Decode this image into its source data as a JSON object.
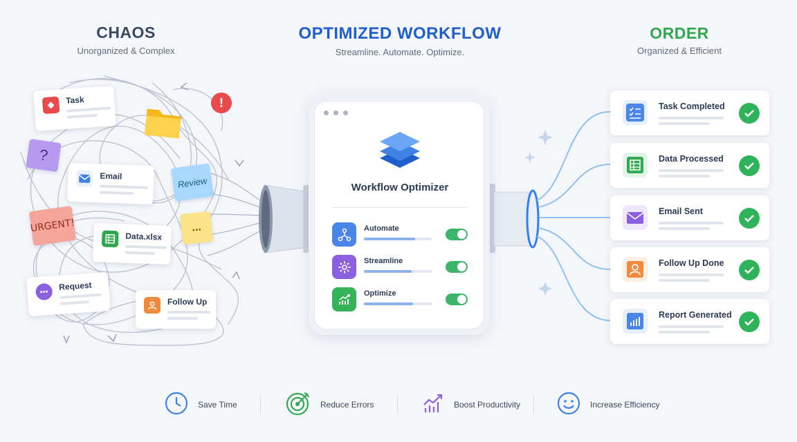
{
  "chaos": {
    "title": "CHAOS",
    "subtitle": "Unorganized & Complex"
  },
  "optimized": {
    "title": "OPTIMIZED WORKFLOW",
    "subtitle": "Streamline. Automate. Optimize."
  },
  "order": {
    "title": "ORDER",
    "subtitle": "Organized & Efficient"
  },
  "chaos_items": {
    "task": "Task",
    "email": "Email",
    "data": "Data.xlsx",
    "request": "Request",
    "follow_up": "Follow Up",
    "urgent": "URGENT!",
    "review": "Review",
    "question": "?",
    "alert": "!",
    "ellipsis": "..."
  },
  "optimizer": {
    "title": "Workflow Optimizer",
    "rows": [
      {
        "label": "Automate",
        "icon": "network-icon",
        "color": "#4a86e8",
        "progress": 0.75
      },
      {
        "label": "Streamline",
        "icon": "gear-icon",
        "color": "#8b5fe0",
        "progress": 0.7
      },
      {
        "label": "Optimize",
        "icon": "growth-chart-icon",
        "color": "#34b35a",
        "progress": 0.72
      }
    ]
  },
  "order_items": [
    {
      "label": "Task Completed",
      "icon": "checklist-icon",
      "color": "#4a86e8"
    },
    {
      "label": "Data Processed",
      "icon": "spreadsheet-icon",
      "color": "#34a853"
    },
    {
      "label": "Email Sent",
      "icon": "envelope-icon",
      "color": "#8b5fe0"
    },
    {
      "label": "Follow Up Done",
      "icon": "person-icon",
      "color": "#f08a3c"
    },
    {
      "label": "Report Generated",
      "icon": "bar-chart-icon",
      "color": "#4a86e8"
    }
  ],
  "benefits": [
    {
      "label": "Save Time",
      "icon": "clock-icon"
    },
    {
      "label": "Reduce Errors",
      "icon": "target-icon"
    },
    {
      "label": "Boost Productivity",
      "icon": "trend-up-icon"
    },
    {
      "label": "Increase Efficiency",
      "icon": "smiley-icon"
    }
  ],
  "colors": {
    "chaos_title": "#3a4a63",
    "optimized_title": "#1f5fcc",
    "order_title": "#2fa84f",
    "check": "#2fb35a"
  }
}
